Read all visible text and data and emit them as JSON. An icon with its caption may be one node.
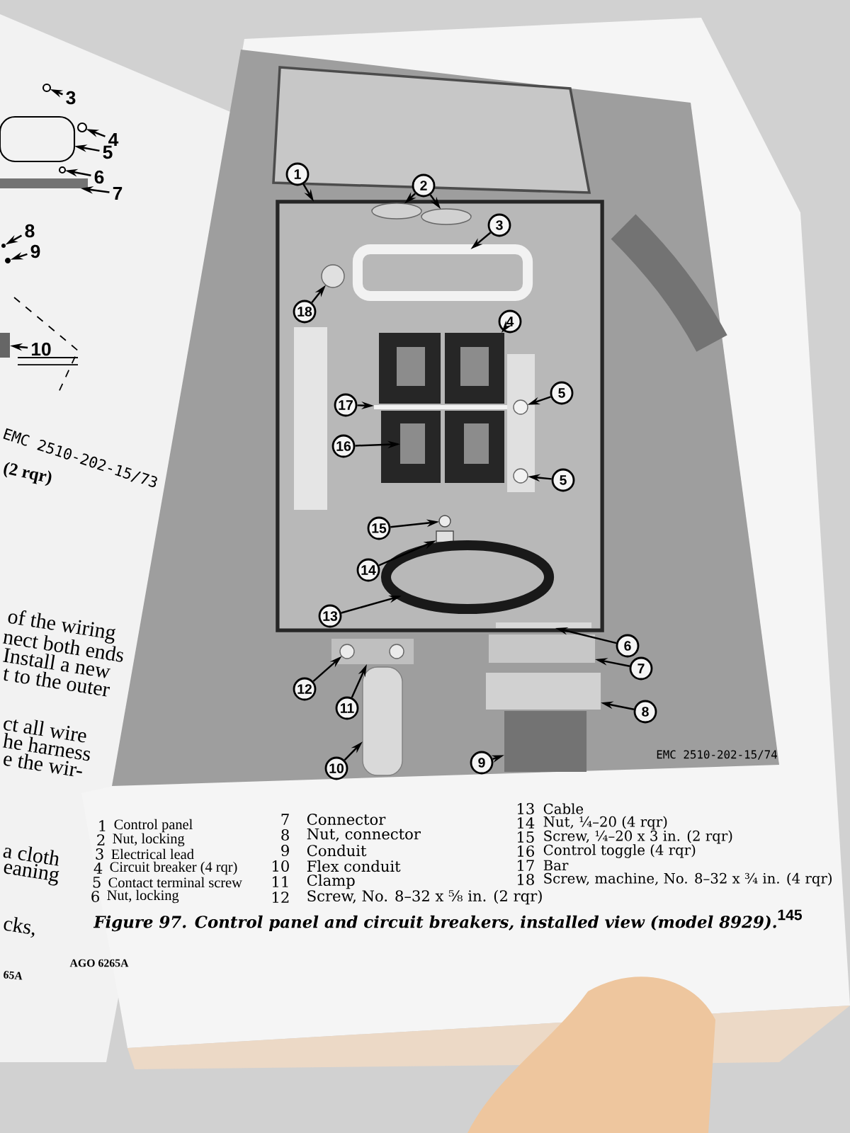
{
  "diagram": {
    "caption": "Figure 97. Control panel and circuit breakers, installed view (model 8929).",
    "nodes": [
      {
        "text": [
          "3"
        ]
      },
      {
        "text": [
          "4"
        ]
      },
      {
        "text": [
          "5"
        ]
      },
      {
        "text": [
          "6"
        ]
      },
      {
        "text": [
          "7"
        ]
      },
      {
        "text": [
          "8"
        ]
      },
      {
        "text": [
          "9"
        ]
      },
      {
        "text": [
          "10"
        ]
      },
      {
        "text": [],
        "shape": "circle"
      },
      {
        "text": [],
        "shape": "circle"
      },
      {
        "text": [],
        "shape": "box"
      },
      {
        "text": [],
        "shape": "circle"
      },
      {
        "text": [],
        "shape": "bar"
      },
      {
        "text": [],
        "shape": "circle"
      },
      {
        "text": [],
        "shape": "circle"
      },
      {
        "text": [],
        "shape": "box"
      },
      {
        "text": [],
        "shape": "box"
      },
      {
        "text": [
          "1"
        ]
      },
      {
        "text": [
          "2"
        ]
      },
      {
        "text": [],
        "shape": "ellipse",
        "in": 16
      },
      {
        "text": [],
        "shape": "ellipse",
        "in": 16
      },
      {
        "text": [
          "3"
        ],
        "in": 16
      },
      {
        "text": [],
        "shape": "wire",
        "in": 16
      },
      {
        "text": [
          "18"
        ],
        "in": 16
      },
      {
        "text": [],
        "shape": "circle",
        "in": 16
      },
      {
        "text": [
          "4"
        ],
        "in": 16
      },
      {
        "text": [],
        "shape": "box",
        "in": 16
      },
      {
        "text": [],
        "shape": "box",
        "in": 16
      },
      {
        "text": [],
        "shape": "box",
        "in": 16
      },
      {
        "text": [],
        "shape": "box",
        "in": 16
      },
      {
        "text": [],
        "shape": "box",
        "in": 26
      },
      {
        "text": [],
        "shape": "box",
        "in": 27
      },
      {
        "text": [],
        "shape": "box",
        "in": 28
      },
      {
        "text": [],
        "shape": "box",
        "in": 29
      },
      {
        "text": [],
        "shape": "circle",
        "in": 16
      },
      {
        "text": [],
        "shape": "circle",
        "in": 16
      },
      {
        "text": [
          "5"
        ],
        "in": 16
      },
      {
        "text": [
          "17"
        ],
        "in": 16
      },
      {
        "text": [
          "16"
        ],
        "in": 16
      },
      {
        "text": [
          "5"
        ],
        "in": 16
      },
      {
        "text": [],
        "shape": "bar",
        "in": 16
      },
      {
        "text": [],
        "shape": "circle",
        "in": 16
      },
      {
        "text": [],
        "shape": "box",
        "in": 16
      },
      {
        "text": [
          "15"
        ],
        "in": 16
      },
      {
        "text": [
          "14"
        ],
        "in": 16
      },
      {
        "text": [],
        "shape": "ring",
        "in": 16
      },
      {
        "text": [
          "13"
        ],
        "in": 16
      },
      {
        "text": [],
        "shape": "bar",
        "in": 16
      },
      {
        "text": [
          "6"
        ]
      },
      {
        "text": [],
        "shape": "box"
      },
      {
        "text": [
          "7"
        ]
      },
      {
        "text": [],
        "shape": "box"
      },
      {
        "text": [],
        "shape": "circle",
        "in": 51
      },
      {
        "text": [],
        "shape": "circle",
        "in": 51
      },
      {
        "text": [
          "12"
        ]
      },
      {
        "text": [
          "11"
        ]
      },
      {
        "text": [],
        "shape": "box"
      },
      {
        "text": [],
        "shape": "box"
      },
      {
        "text": [
          "8"
        ]
      },
      {
        "text": [],
        "shape": "cylinder"
      },
      {
        "text": [
          "10"
        ]
      },
      {
        "text": [
          "9"
        ]
      }
    ],
    "edges": [
      {
        "from": 0,
        "to": 8,
        "arrow": "to"
      },
      {
        "from": 1,
        "to": 9,
        "arrow": "to"
      },
      {
        "from": 2,
        "to": 10,
        "arrow": "to"
      },
      {
        "from": 3,
        "to": 11,
        "arrow": "to"
      },
      {
        "from": 4,
        "to": 12,
        "arrow": "to"
      },
      {
        "from": 5,
        "to": 13,
        "arrow": "to"
      },
      {
        "from": 6,
        "to": 14,
        "arrow": "to"
      },
      {
        "from": 7,
        "to": 15,
        "arrow": "to"
      },
      {
        "from": 17,
        "to": 16,
        "arrow": "to"
      },
      {
        "from": 18,
        "to": 19,
        "arrow": "to"
      },
      {
        "from": 18,
        "to": 20,
        "arrow": "to"
      },
      {
        "from": 21,
        "to": 22,
        "arrow": "to"
      },
      {
        "from": 23,
        "to": 24,
        "arrow": "to"
      },
      {
        "from": 25,
        "to": 27,
        "arrow": "to"
      },
      {
        "from": 36,
        "to": 34,
        "arrow": "to"
      },
      {
        "from": 37,
        "to": 40,
        "arrow": "to"
      },
      {
        "from": 38,
        "to": 32,
        "arrow": "to"
      },
      {
        "from": 39,
        "to": 35,
        "arrow": "to"
      },
      {
        "from": 43,
        "to": 41,
        "arrow": "to"
      },
      {
        "from": 44,
        "to": 42,
        "arrow": "to"
      },
      {
        "from": 46,
        "to": 45,
        "arrow": "to"
      },
      {
        "from": 48,
        "to": 47,
        "arrow": "to"
      },
      {
        "from": 50,
        "to": 49,
        "arrow": "to"
      },
      {
        "from": 54,
        "to": 52,
        "arrow": "to"
      },
      {
        "from": 55,
        "to": 51,
        "arrow": "to"
      },
      {
        "from": 58,
        "to": 57,
        "arrow": "to"
      },
      {
        "from": 61,
        "to": 59,
        "arrow": "to"
      },
      {
        "from": 60,
        "to": 56,
        "arrow": "to"
      }
    ],
    "labels": [
      "EMC 2510-202-15/73",
      "(2 rqr)",
      "of the wiring",
      "nect both ends",
      "Install a new",
      "t to the outer",
      "ct all wire",
      "he harness",
      "e the wir-",
      "a cloth",
      "eaning",
      "cks,",
      "65A",
      "EMC 2510-202-15/74",
      "1",
      "Control panel",
      "2",
      "Nut, locking",
      "3",
      "Electrical lead",
      "4",
      "Circuit breaker (4 rqr)",
      "5",
      "Contact terminal screw",
      "6",
      "Nut, locking",
      "7",
      "Connector",
      "8",
      "Nut, connector",
      "9",
      "Conduit",
      "10",
      "Flex conduit",
      "11",
      "Clamp",
      "12",
      "Screw, No. 8–32 x ⅝ in. (2 rqr)",
      "13",
      "Cable",
      "14",
      "Nut, ¼–20 (4 rqr)",
      "15",
      "Screw, ¼–20 x 3 in. (2 rqr)",
      "16",
      "Control toggle (4 rqr)",
      "17",
      "Bar",
      "18",
      "Screw, machine, No. 8–32 x ¾ in. (4 rqr)",
      "145",
      "AGO 6265A"
    ]
  }
}
